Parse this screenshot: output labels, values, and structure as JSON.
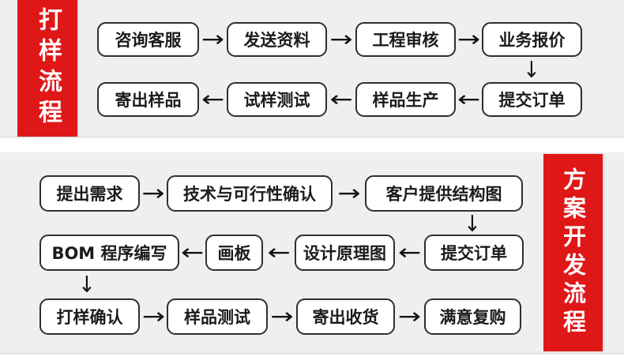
{
  "colors": {
    "accent_red": "#e01717",
    "section_background": "#efeff0",
    "box_border": "#2f2f2f",
    "box_fill": "#ffffff",
    "arrow": "#141414",
    "banner_text": "#ffffff"
  },
  "icons": {
    "arrow_right": "→",
    "arrow_left": "←",
    "arrow_down": "↓"
  },
  "sampling_flow": {
    "banner": "打样流程",
    "row1": [
      "咨询客服",
      "发送资料",
      "工程审核",
      "业务报价"
    ],
    "row2": [
      "寄出样品",
      "试样测试",
      "样品生产",
      "提交订单"
    ]
  },
  "development_flow": {
    "banner": "方案开发流程",
    "row1": [
      "提出需求",
      "技术与可行性确认",
      "客户提供结构图"
    ],
    "row2": [
      "BOM 程序编写",
      "画板",
      "设计原理图",
      "提交订单"
    ],
    "row3": [
      "打样确认",
      "样品测试",
      "寄出收货",
      "满意复购"
    ]
  }
}
